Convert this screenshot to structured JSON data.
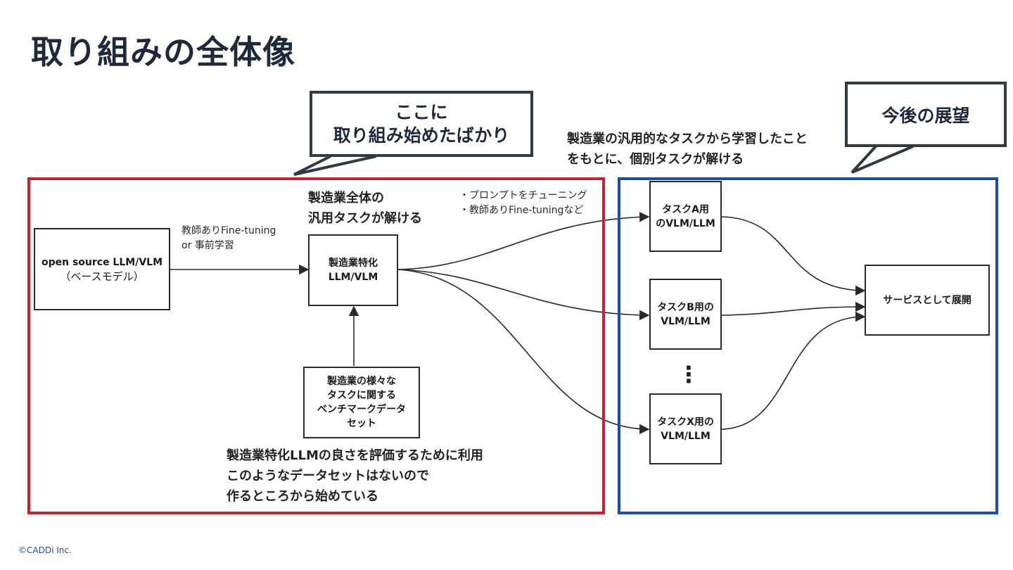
{
  "page_title": "取り組みの全体像",
  "callouts": {
    "current": [
      "ここに",
      "取り組み始めたばかり"
    ],
    "future": "今後の展望"
  },
  "future_note": [
    "製造業の汎用的なタスクから学習したこと",
    "をもとに、個別タスクが解ける"
  ],
  "nodes": {
    "base_model": {
      "line1": "open source LLM/VLM",
      "line2": "（ベースモデル）"
    },
    "specialized": {
      "line1": "製造業特化",
      "line2": "LLM/VLM"
    },
    "benchmark": {
      "lines": [
        "製造業の様々な",
        "タスクに関する",
        "ベンチマークデータ",
        "セット"
      ]
    },
    "task_a": {
      "line1": "タスクA用",
      "line2": "のVLM/LLM"
    },
    "task_b": {
      "line1": "タスクB用の",
      "line2": "VLM/LLM"
    },
    "task_x": {
      "line1": "タスクX用の",
      "line2": "VLM/LLM"
    },
    "service": {
      "label": "サービスとして展開"
    }
  },
  "edge_labels": {
    "training": [
      "教師ありFine-tuning",
      "or 事前学習"
    ],
    "tuning": [
      "・プロンプトをチューニング",
      "・教師ありFine-tuningなど"
    ]
  },
  "general_task_note": [
    "製造業全体の",
    "汎用タスクが解ける"
  ],
  "benchmark_note": [
    "製造業特化LLMの良さを評価するために利用",
    "このようなデータセットはないので",
    "作るところから始めている"
  ],
  "ellipsis": "⋮",
  "copyright": "©CADDi Inc.",
  "colors": {
    "current_frame": "#c8202f",
    "future_frame": "#1c4fa8",
    "title": "#1e2a3a"
  }
}
